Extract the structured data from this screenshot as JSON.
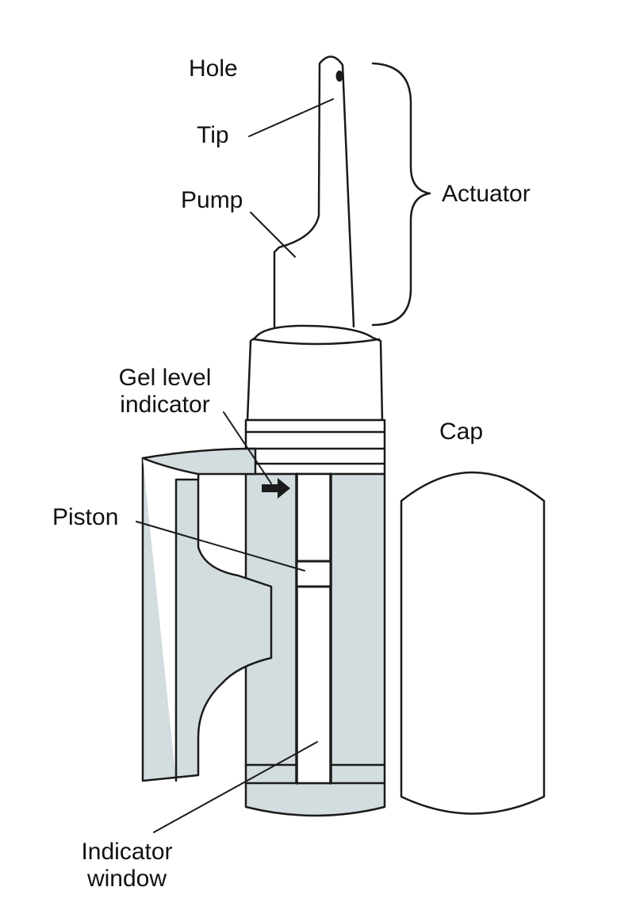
{
  "labels": {
    "hole": "Hole",
    "tip": "Tip",
    "pump": "Pump",
    "actuator": "Actuator",
    "gel_level_line1": "Gel level",
    "gel_level_line2": "indicator",
    "cap": "Cap",
    "piston": "Piston",
    "indicator_window_line1": "Indicator",
    "indicator_window_line2": "window"
  },
  "colors": {
    "shade": "#d3dcdf",
    "stroke": "#1a1a1a",
    "background": "#ffffff"
  }
}
